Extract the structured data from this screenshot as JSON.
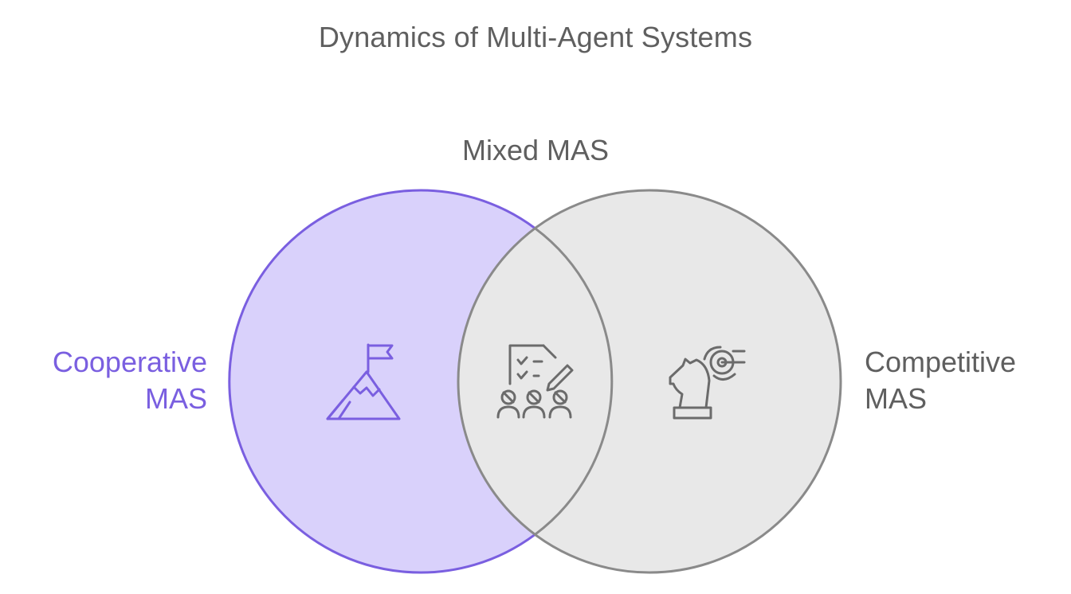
{
  "title": "Dynamics of Multi-Agent Systems",
  "sets": {
    "left": {
      "label_lines": [
        "Cooperative",
        "MAS"
      ],
      "icon": "mountain-flag-icon",
      "fill": "#d9d1fb",
      "stroke": "#7a5fe0",
      "text_color": "#7a5fe0"
    },
    "right": {
      "label_lines": [
        "Competitive",
        "MAS"
      ],
      "icon": "chess-knight-target-icon",
      "fill": "#e8e8e8",
      "stroke": "#8a8a8a",
      "text_color": "#5f5f5f"
    },
    "overlap": {
      "label": "Mixed MAS",
      "icon": "team-checklist-icon",
      "text_color": "#5f5f5f"
    }
  },
  "colors": {
    "title": "#5f5f5f",
    "icon_stroke_left": "#7a5fe0",
    "icon_stroke_gray": "#6b6b6b"
  }
}
